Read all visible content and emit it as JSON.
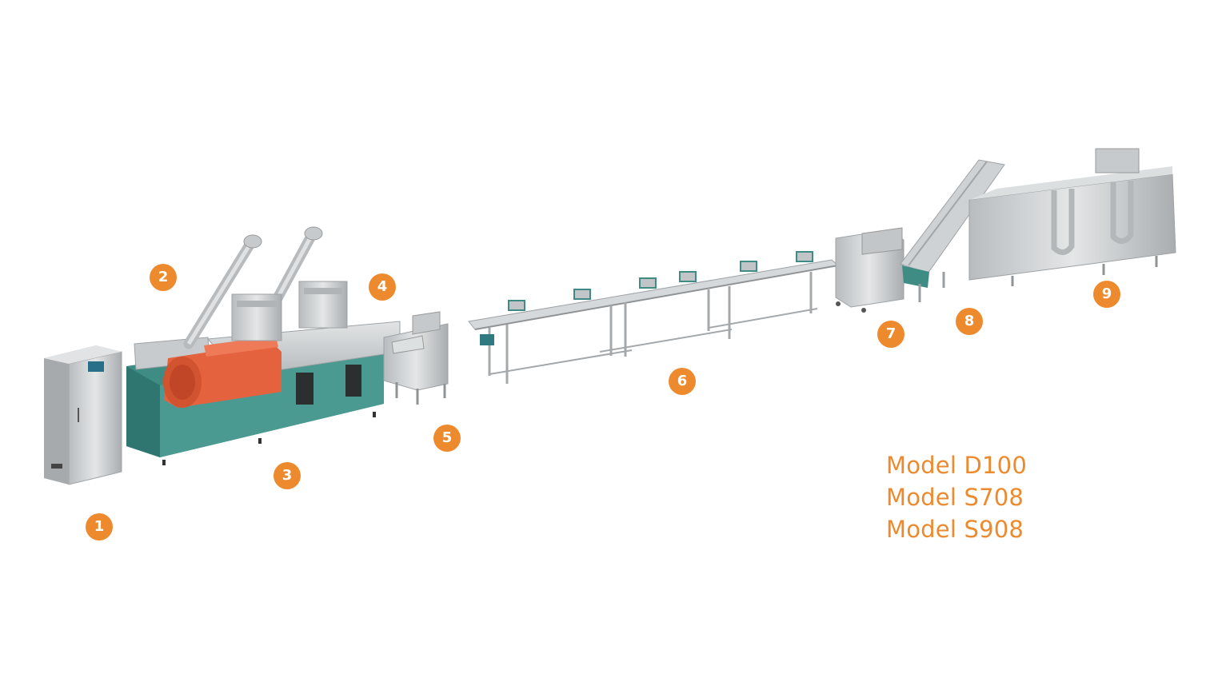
{
  "colors": {
    "accent": "#ee8a2e",
    "machine_steel": "#cfd2d4",
    "machine_base": "#3f8c85",
    "motor": "#e5623f"
  },
  "stations": [
    {
      "number": "1",
      "icon": "control-cabinet"
    },
    {
      "number": "2",
      "icon": "screw-feeders"
    },
    {
      "number": "3",
      "icon": "twin-screw-extruder"
    },
    {
      "number": "4",
      "icon": "conditioner-hoppers"
    },
    {
      "number": "5",
      "icon": "cutter"
    },
    {
      "number": "6",
      "icon": "cooling-conveyor"
    },
    {
      "number": "7",
      "icon": "shaping-machine"
    },
    {
      "number": "8",
      "icon": "incline-elevator"
    },
    {
      "number": "9",
      "icon": "dryer"
    }
  ],
  "models": [
    "Model D100",
    "Model S708",
    "Model S908"
  ]
}
